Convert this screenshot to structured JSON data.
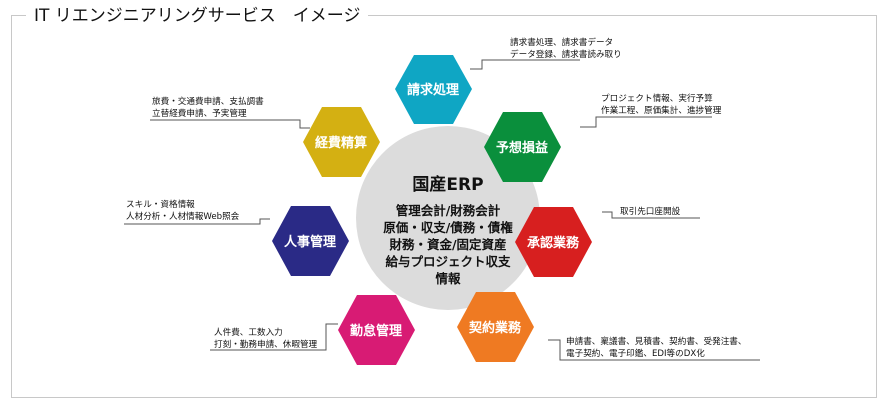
{
  "title": "IT リエンジニアリングサービス　イメージ",
  "center": {
    "title": "国産ERP",
    "lines": [
      "管理会計/財務会計",
      "原価・収支/債務・債権",
      "財務・資金/固定資産",
      "給与プロジェクト収支",
      "情報"
    ]
  },
  "modules": [
    {
      "label": "請求処理",
      "color": "#0fa6c4",
      "notes": [
        "請求書処理、請求書データ",
        "データ登録、請求書読み取り"
      ]
    },
    {
      "label": "予想損益",
      "color": "#0a8f3c",
      "notes": [
        "プロジェクト情報、実行予算",
        "作業工程、原価集計、進捗管理"
      ]
    },
    {
      "label": "承認業務",
      "color": "#d71f1f",
      "notes": [
        "取引先口座開設"
      ]
    },
    {
      "label": "契約業務",
      "color": "#ef7a22",
      "notes": [
        "申請書、稟議書、見積書、契約書、受発注書、",
        "電子契約、電子印鑑、EDI等のDX化"
      ]
    },
    {
      "label": "勤怠管理",
      "color": "#d81b74",
      "notes": [
        "人件費、工数入力",
        "打刻・勤務申請、休暇管理"
      ]
    },
    {
      "label": "人事管理",
      "color": "#2a2a86",
      "notes": [
        "スキル・資格情報",
        "人材分析・人材情報Web照会"
      ]
    },
    {
      "label": "経費精算",
      "color": "#d4b012",
      "notes": [
        "旅費・交通費申請、支払調書",
        "立替経費申請、予実管理"
      ]
    }
  ]
}
